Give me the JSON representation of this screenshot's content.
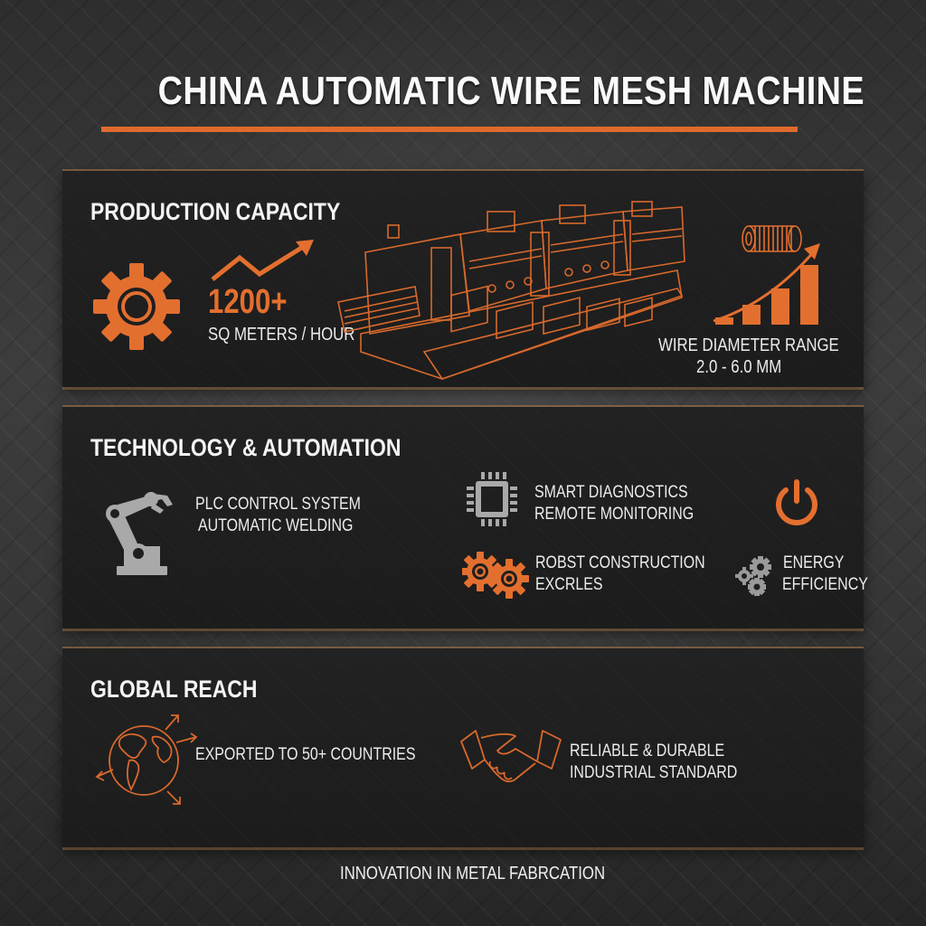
{
  "header": {
    "title": "CHINA AUTOMATIC WIRE MESH MACHINE"
  },
  "colors": {
    "accent": "#e36f2f",
    "panel": "#1f1f1f",
    "background": "#3a3a3a",
    "icon_gray": "#a9a9a9"
  },
  "production": {
    "heading": "PRODUCTION CAPACITY",
    "capacity_value": "1200+",
    "capacity_unit": "SQ METERS / HOUR",
    "wire_label": "WIRE DIAMETER RANGE",
    "wire_value": "2.0 - 6.0 MM",
    "icons": [
      "gear-icon",
      "trend-arrow-icon",
      "machine-illustration",
      "wire-coil-icon",
      "bar-growth-icon"
    ]
  },
  "technology": {
    "heading": "TECHNOLOGY & AUTOMATION",
    "items": [
      {
        "icon": "robot-arm-icon",
        "line1": "PLC CONTROL SYSTEM",
        "line2": "AUTOMATIC WELDING"
      },
      {
        "icon": "chip-icon",
        "line1": "SMART DIAGNOSTICS",
        "line2": "REMOTE MONITORING"
      },
      {
        "icon": "gears-icon",
        "line1": "ROBST CONSTRUCTION",
        "line2": "EXCRLES"
      },
      {
        "icon": "power-icon",
        "line1": "",
        "line2": ""
      },
      {
        "icon": "small-gears-icon",
        "line1": "ENERGY",
        "line2": "EFFICIENCY"
      }
    ]
  },
  "global": {
    "heading": "GLOBAL REACH",
    "items": [
      {
        "icon": "globe-arrows-icon",
        "line1": "EXPORTED TO 50+ COUNTRIES"
      },
      {
        "icon": "handshake-icon",
        "line1": "RELIABLE & DURABLE",
        "line2": "INDUSTRIAL STANDARD"
      }
    ]
  },
  "footer": {
    "tagline": "INNOVATION IN METAL FABRCATION"
  }
}
